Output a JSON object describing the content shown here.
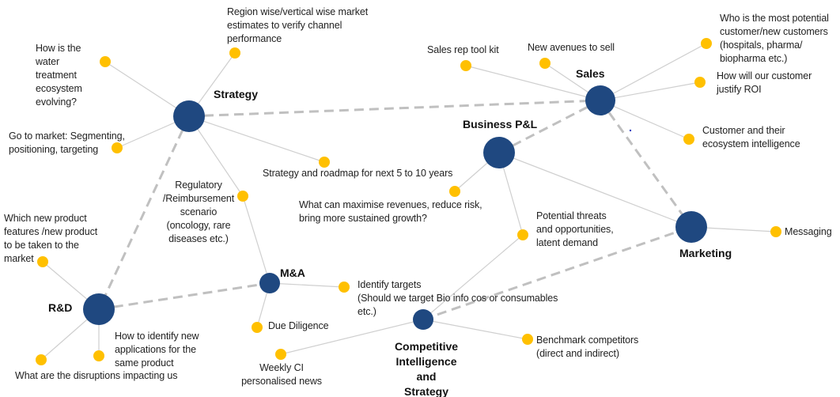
{
  "colors": {
    "hub": "#1F4880",
    "leaf": "#FFC000",
    "edge": "#CFCFCF",
    "dashed_edge": "#C0C0C0",
    "stray_dot": "#2B3FBF"
  },
  "hubs": [
    {
      "id": "strategy",
      "label": "Strategy"
    },
    {
      "id": "sales",
      "label": "Sales"
    },
    {
      "id": "business_pl",
      "label": "Business P&L"
    },
    {
      "id": "marketing",
      "label": "Marketing"
    },
    {
      "id": "rnd",
      "label": "R&D"
    },
    {
      "id": "mna",
      "label": "M&A"
    },
    {
      "id": "ci",
      "label": "Competitive\nIntelligence and\nStrategy"
    }
  ],
  "leaves": [
    {
      "id": "s1",
      "hub": "strategy",
      "label": "How is the\nwater\ntreatment\necosystem\nevolving?"
    },
    {
      "id": "s2",
      "hub": "strategy",
      "label": "Region wise/vertical wise market\nestimates to verify channel\nperformance"
    },
    {
      "id": "s3",
      "hub": "strategy",
      "label": "Go to market: Segmenting,\npositioning, targeting"
    },
    {
      "id": "s4",
      "hub": "strategy",
      "label": "Strategy and roadmap for next 5 to 10 years"
    },
    {
      "id": "s5",
      "hub": "strategy",
      "label": "Regulatory\n/Reimbursement\nscenario\n(oncology, rare\ndiseases etc.)"
    },
    {
      "id": "sa1",
      "hub": "sales",
      "label": "Sales rep tool kit"
    },
    {
      "id": "sa2",
      "hub": "sales",
      "label": "New avenues to sell"
    },
    {
      "id": "sa3",
      "hub": "sales",
      "label": "Who is the most potential\ncustomer/new customers\n(hospitals, pharma/\nbiopharma etc.)"
    },
    {
      "id": "sa4",
      "hub": "sales",
      "label": "How will our customer\njustify ROI"
    },
    {
      "id": "sa5",
      "hub": "sales",
      "label": "Customer and their\necosystem intelligence"
    },
    {
      "id": "b1",
      "hub": "business_pl",
      "label": "What can maximise revenues, reduce risk,\nbring more sustained growth?"
    },
    {
      "id": "b2",
      "hub": "business_pl",
      "label": "Potential threats\nand opportunities,\nlatent demand"
    },
    {
      "id": "m1",
      "hub": "marketing",
      "label": "Messaging"
    },
    {
      "id": "r1",
      "hub": "rnd",
      "label": "Which new product\nfeatures /new product\nto be taken to the\nmarket"
    },
    {
      "id": "r2",
      "hub": "rnd",
      "label": "How to identify new\napplications for the\nsame product"
    },
    {
      "id": "r3",
      "hub": "rnd",
      "label": "What are the disruptions impacting us"
    },
    {
      "id": "ma1",
      "hub": "mna",
      "label": "Identify targets\n(Should we target Bio info cos or consumables\netc.)"
    },
    {
      "id": "ma2",
      "hub": "mna",
      "label": "Due Diligence"
    },
    {
      "id": "c1",
      "hub": "ci",
      "label": "Weekly CI\npersonalised news"
    },
    {
      "id": "c2",
      "hub": "ci",
      "label": "Benchmark competitors\n(direct and indirect)"
    }
  ],
  "extra_edges": [
    {
      "from": "business_pl",
      "to": "marketing"
    },
    {
      "from": "ci",
      "to": "b2"
    },
    {
      "from": "mna",
      "to": "s5"
    }
  ],
  "dashed_edges": [
    {
      "from": "strategy",
      "to": "sales"
    },
    {
      "from": "business_pl",
      "to": "sales"
    },
    {
      "from": "sales",
      "to": "marketing"
    },
    {
      "from": "strategy",
      "to": "rnd"
    },
    {
      "from": "rnd",
      "to": "mna"
    },
    {
      "from": "ci",
      "to": "marketing"
    }
  ]
}
